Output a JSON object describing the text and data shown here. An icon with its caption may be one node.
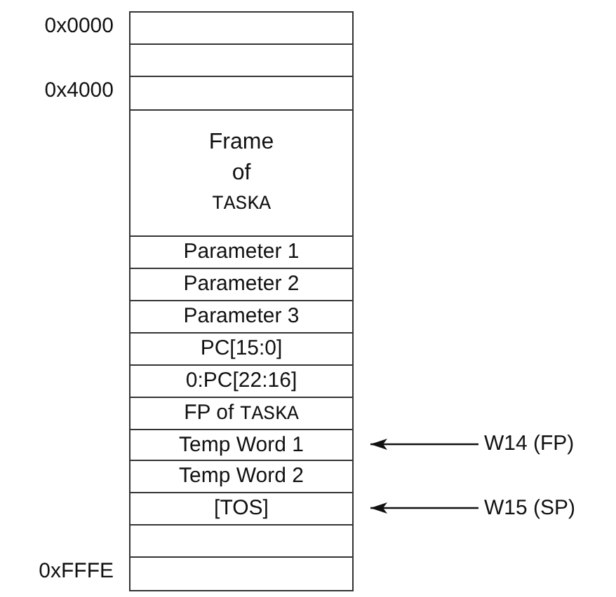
{
  "diagram": {
    "nodes": [
      {
        "text": [],
        "shape": "box",
        "beside": [
          "0x0000"
        ]
      },
      {
        "text": [],
        "shape": "box"
      },
      {
        "text": [],
        "shape": "box",
        "beside": [
          "0x4000"
        ]
      },
      {
        "text": [
          "Frame of TASKA"
        ]
      },
      {
        "text": [
          "Parameter 1"
        ]
      },
      {
        "text": [
          "Parameter 2"
        ]
      },
      {
        "text": [
          "Parameter 3"
        ]
      },
      {
        "text": [
          "PC[15:0]"
        ]
      },
      {
        "text": [
          "0:PC[22:16]"
        ]
      },
      {
        "text": [
          "FP of TASKA"
        ]
      },
      {
        "text": [
          "Temp Word 1"
        ]
      },
      {
        "text": [
          "Temp Word 2"
        ]
      },
      {
        "text": [
          "[TOS]"
        ]
      },
      {
        "text": [],
        "shape": "box"
      },
      {
        "text": [],
        "shape": "box",
        "beside": [
          "0xFFFE"
        ]
      },
      {
        "text": [
          "W14 (FP)"
        ]
      },
      {
        "text": [
          "W15 (SP)"
        ]
      }
    ],
    "edges": [
      {
        "from": 15,
        "to": 10,
        "arrow": "to"
      },
      {
        "from": 16,
        "to": 12,
        "arrow": "to"
      }
    ]
  }
}
